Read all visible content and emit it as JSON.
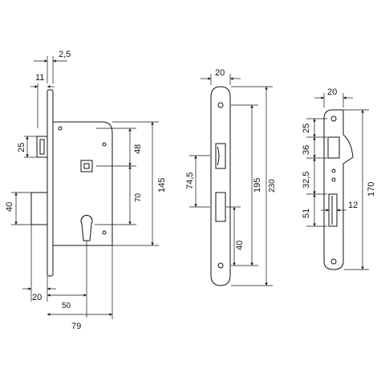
{
  "title": "",
  "colors": {
    "line": "#111111",
    "background": "#ffffff"
  },
  "views": {
    "lock_body": {
      "dims": {
        "faceplate_thickness": "2,5",
        "faceplate_offset": "11",
        "upper_notch": "25",
        "square_hole_to_top": "48",
        "body_height": "145",
        "square_to_keyhole": "70",
        "bolt_height": "40",
        "bolt_projection": "20",
        "backset": "50",
        "body_depth": "79"
      }
    },
    "faceplate": {
      "dims": {
        "width": "20",
        "latch_to_bolt": "74,5",
        "hole_spacing": "195",
        "total_length": "230",
        "bolt_to_bottom": "40"
      }
    },
    "strike_plate": {
      "dims": {
        "width": "20",
        "top_offset": "25",
        "latch_window": "36",
        "between_windows": "32,5",
        "bolt_window": "51",
        "bolt_window_width": "12",
        "total_length": "170"
      }
    }
  }
}
